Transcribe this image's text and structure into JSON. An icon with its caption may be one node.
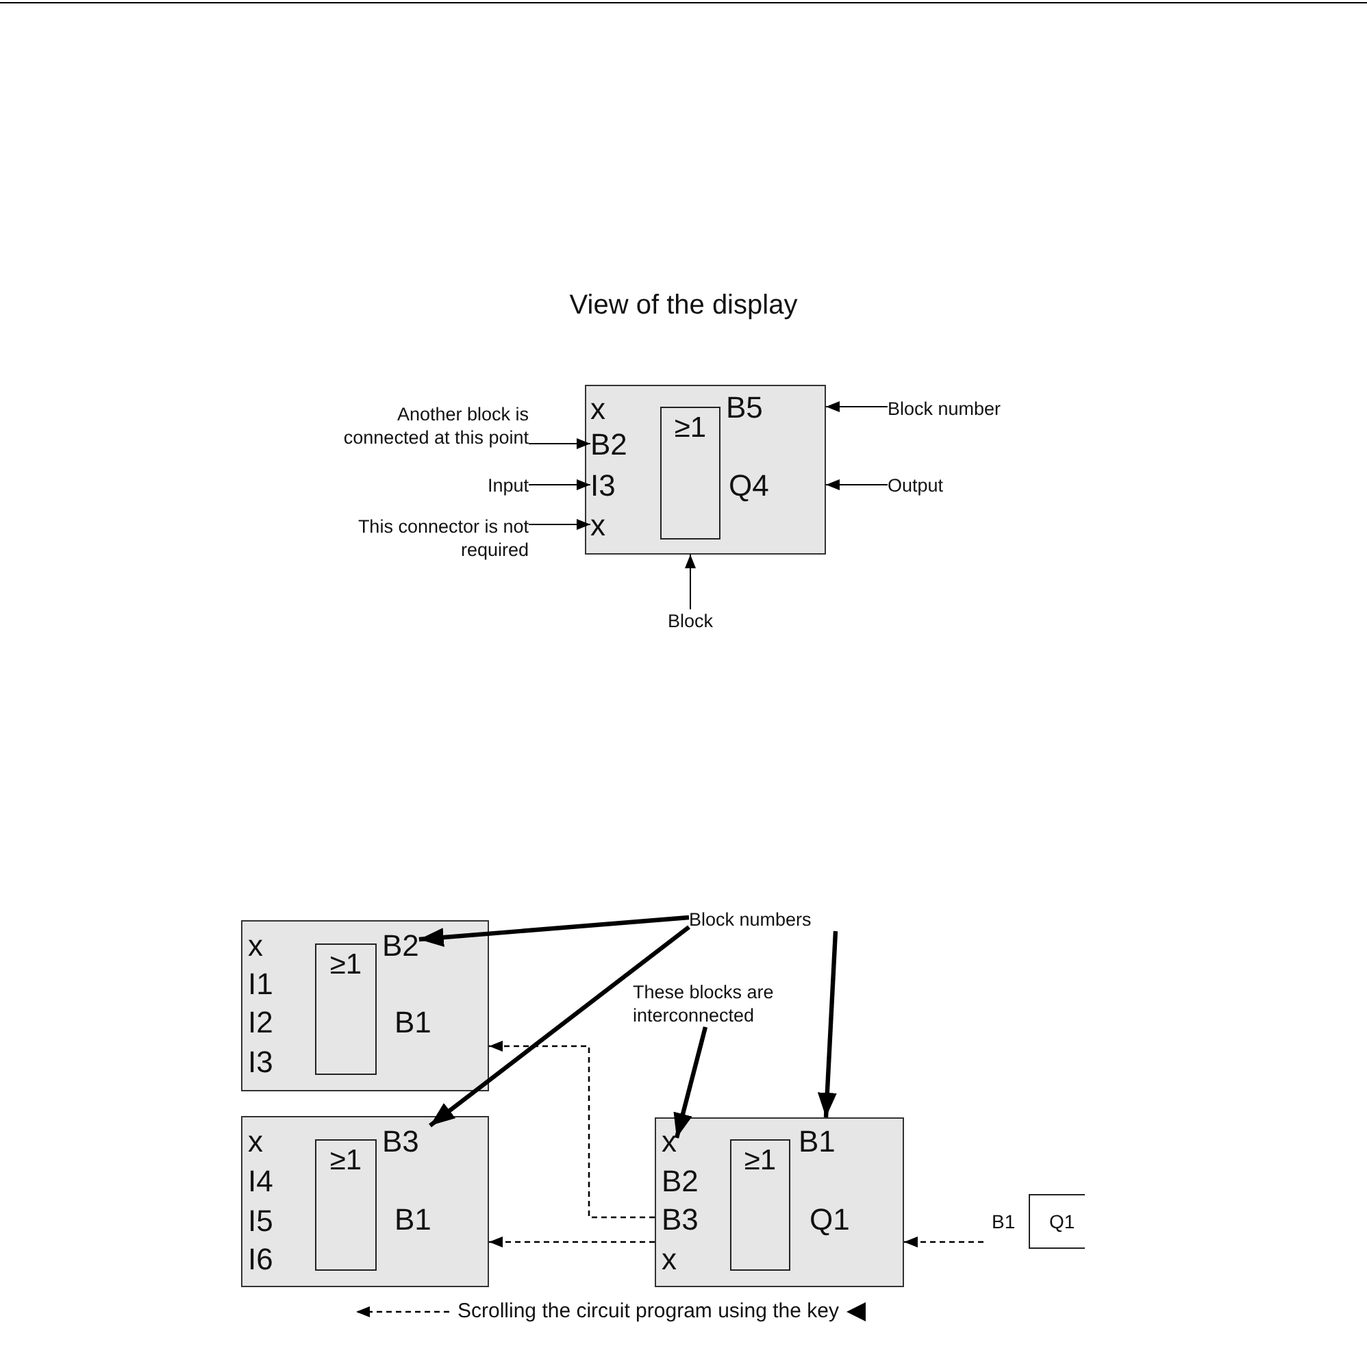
{
  "diagram": {
    "title": "View of the display",
    "nodes": [
      {
        "text": [],
        "shape": "box"
      },
      {
        "text": [
          "≥1"
        ],
        "in": 0
      },
      {
        "text": [
          "x"
        ],
        "in": 0
      },
      {
        "text": [
          "B2"
        ],
        "in": 0
      },
      {
        "text": [
          "I3"
        ],
        "in": 0
      },
      {
        "text": [
          "x"
        ],
        "in": 0
      },
      {
        "text": [
          "B5"
        ],
        "in": 0
      },
      {
        "text": [
          "Q4"
        ],
        "in": 0
      },
      {
        "text": [
          "Another block is connected at this point"
        ]
      },
      {
        "text": [
          "Input"
        ]
      },
      {
        "text": [
          "This connector is not required"
        ]
      },
      {
        "text": [
          "Block number"
        ]
      },
      {
        "text": [
          "Output"
        ]
      },
      {
        "text": [
          "Block"
        ]
      },
      {
        "text": [],
        "shape": "box"
      },
      {
        "text": [
          "≥1"
        ],
        "in": 14
      },
      {
        "text": [
          "x"
        ],
        "in": 14
      },
      {
        "text": [
          "I1"
        ],
        "in": 14
      },
      {
        "text": [
          "I2"
        ],
        "in": 14
      },
      {
        "text": [
          "I3"
        ],
        "in": 14
      },
      {
        "text": [
          "B2"
        ],
        "in": 14
      },
      {
        "text": [
          "B1"
        ],
        "in": 14
      },
      {
        "text": [],
        "shape": "box"
      },
      {
        "text": [
          "≥1"
        ],
        "in": 22
      },
      {
        "text": [
          "x"
        ],
        "in": 22
      },
      {
        "text": [
          "I4"
        ],
        "in": 22
      },
      {
        "text": [
          "I5"
        ],
        "in": 22
      },
      {
        "text": [
          "I6"
        ],
        "in": 22
      },
      {
        "text": [
          "B3"
        ],
        "in": 22
      },
      {
        "text": [
          "B1"
        ],
        "in": 22
      },
      {
        "text": [],
        "shape": "box"
      },
      {
        "text": [
          "≥1"
        ],
        "in": 30
      },
      {
        "text": [
          "x"
        ],
        "in": 30
      },
      {
        "text": [
          "B2"
        ],
        "in": 30
      },
      {
        "text": [
          "B3"
        ],
        "in": 30
      },
      {
        "text": [
          "x"
        ],
        "in": 30
      },
      {
        "text": [
          "B1"
        ],
        "in": 30
      },
      {
        "text": [
          "Q1"
        ],
        "in": 30
      },
      {
        "text": [
          "Block numbers"
        ]
      },
      {
        "text": [
          "These blocks are interconnected"
        ]
      },
      {
        "text": [
          "Q1"
        ],
        "beside": [
          "B1"
        ]
      }
    ],
    "edges": [
      {
        "from": 8,
        "to": 3,
        "arrow": "to"
      },
      {
        "from": 9,
        "to": 4,
        "arrow": "to"
      },
      {
        "from": 10,
        "to": 5,
        "arrow": "to"
      },
      {
        "from": 11,
        "to": 0,
        "arrow": "to"
      },
      {
        "from": 12,
        "to": 0,
        "arrow": "to"
      },
      {
        "from": 13,
        "to": 0,
        "arrow": "to"
      },
      {
        "from": 38,
        "to": 20,
        "arrow": "to",
        "style": "thick"
      },
      {
        "from": 38,
        "to": 28,
        "arrow": "to",
        "style": "thick"
      },
      {
        "from": 38,
        "to": 30,
        "arrow": "to",
        "style": "thick"
      },
      {
        "from": 39,
        "to": 32,
        "arrow": "to",
        "style": "thick"
      },
      {
        "from": 30,
        "to": 14,
        "arrow": "to",
        "style": "dashed"
      },
      {
        "from": 30,
        "to": 22,
        "arrow": "to",
        "style": "dashed"
      },
      {
        "from": 40,
        "to": 30,
        "arrow": "to",
        "style": "dashed"
      }
    ],
    "legend": [
      {
        "text": "Scrolling the circuit program using the key"
      }
    ]
  }
}
